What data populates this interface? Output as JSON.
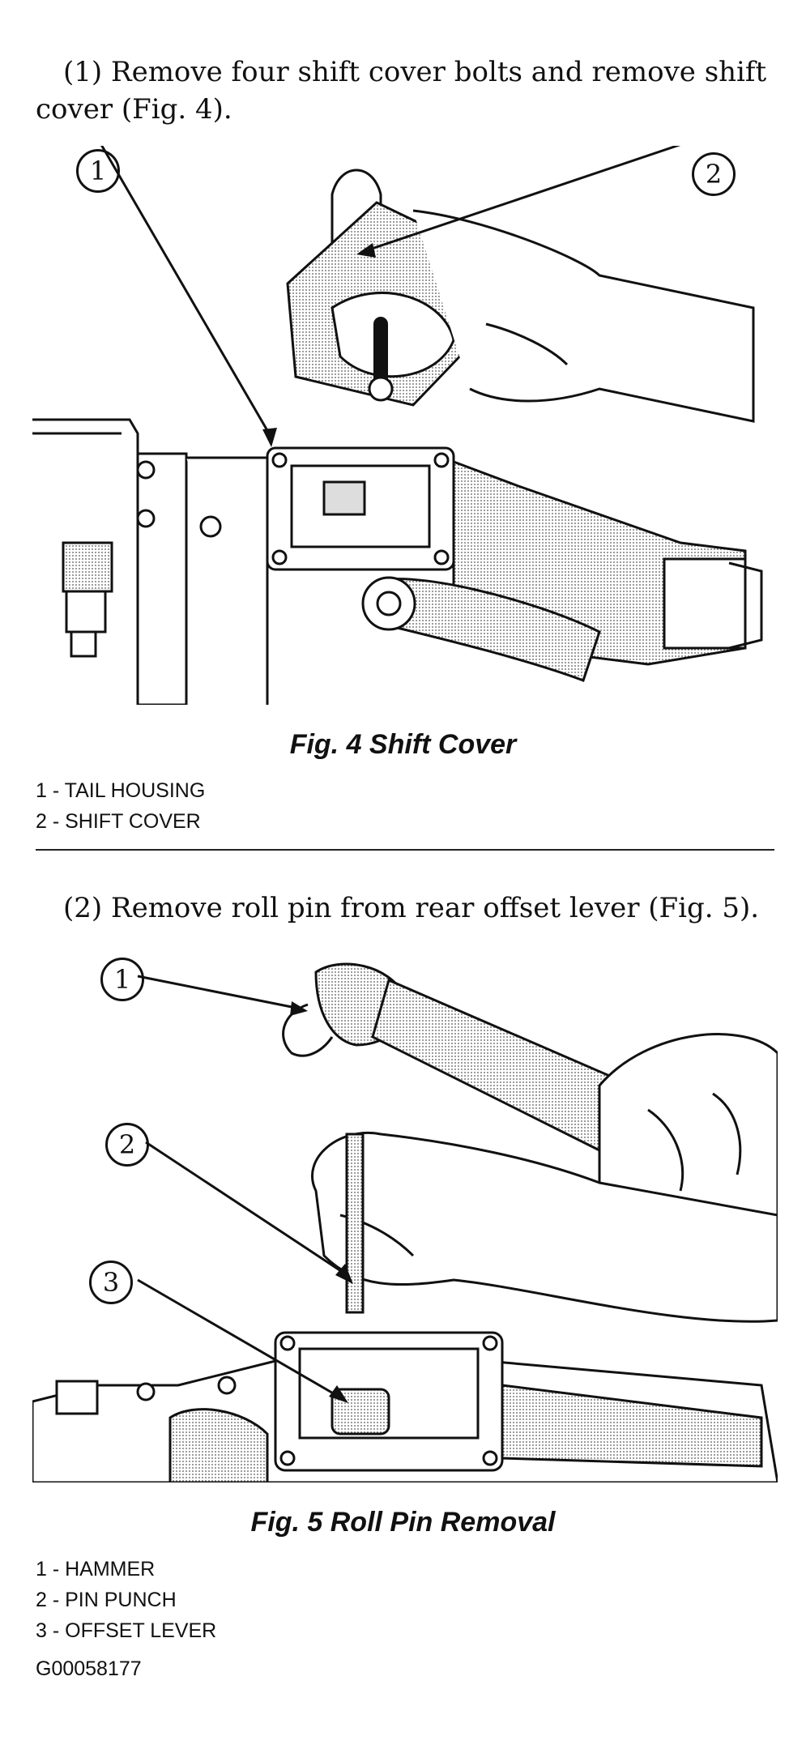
{
  "step1": "(1) Remove four shift cover bolts and remove shift cover (Fig. 4).",
  "fig4": {
    "caption": "Fig. 4 Shift Cover",
    "callouts": [
      "1",
      "2"
    ],
    "legend": [
      "1 - TAIL HOUSING",
      "2 - SHIFT COVER"
    ]
  },
  "step2": "(2) Remove roll pin from rear offset lever (Fig. 5).",
  "fig5": {
    "caption": "Fig. 5 Roll Pin Removal",
    "callouts": [
      "1",
      "2",
      "3"
    ],
    "legend": [
      "1 - HAMMER",
      "2 - PIN PUNCH",
      "3 - OFFSET LEVER"
    ]
  },
  "image_code": "G00058177"
}
